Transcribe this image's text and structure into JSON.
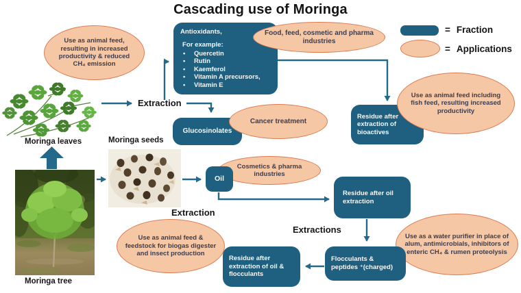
{
  "title": "Cascading use of Moringa",
  "legend": {
    "equals": "=",
    "fraction": "Fraction",
    "applications": "Applications"
  },
  "colors": {
    "fraction_box": "#1f5f7f",
    "application_fill": "#f6c7a5",
    "application_border": "#dc7a4e",
    "connector": "#25698a"
  },
  "photos": {
    "leaves_caption": "Moringa leaves",
    "seeds_caption": "Moringa seeds",
    "tree_caption": "Moringa tree"
  },
  "process_labels": {
    "leaf_extraction": "Extraction",
    "seed_extraction": "Extraction",
    "seed_extractions": "Extractions"
  },
  "fractions": {
    "antioxidants": {
      "title": "Antioxidants,",
      "subtitle": "For example:",
      "items": [
        "Quercetin",
        "Rutin",
        "Kaemferol",
        "Vitamin A precursors,",
        "Vitamin E"
      ]
    },
    "glucosinolates": "Glucosinolates",
    "residue_bioactives": "Residue after extraction of bioactives",
    "oil": "Oil",
    "residue_oil": "Residue after oil extraction",
    "flocculants": "Flocculants & peptides ⁺(charged)",
    "residue_oil_flocculants": "Residue after extraction of oil & flocculants"
  },
  "applications": {
    "leaf_feed": "Use as animal feed, resulting in increased productivity & reduced CH₄ emission",
    "industries": "Food, feed, cosmetic and pharma industries",
    "cancer": "Cancer treatment",
    "fish_feed": "Use as animal feed including fish feed, resulting increased productivity",
    "cosmetics": "Cosmetics & pharma industries",
    "biogas": "Use as animal feed & feedstock for biogas digester and insect production",
    "water_purifier": "Use as a water purifier in place of alum, antimicrobials, inhibitors of enteric CH₄ & rumen proteolysis"
  }
}
